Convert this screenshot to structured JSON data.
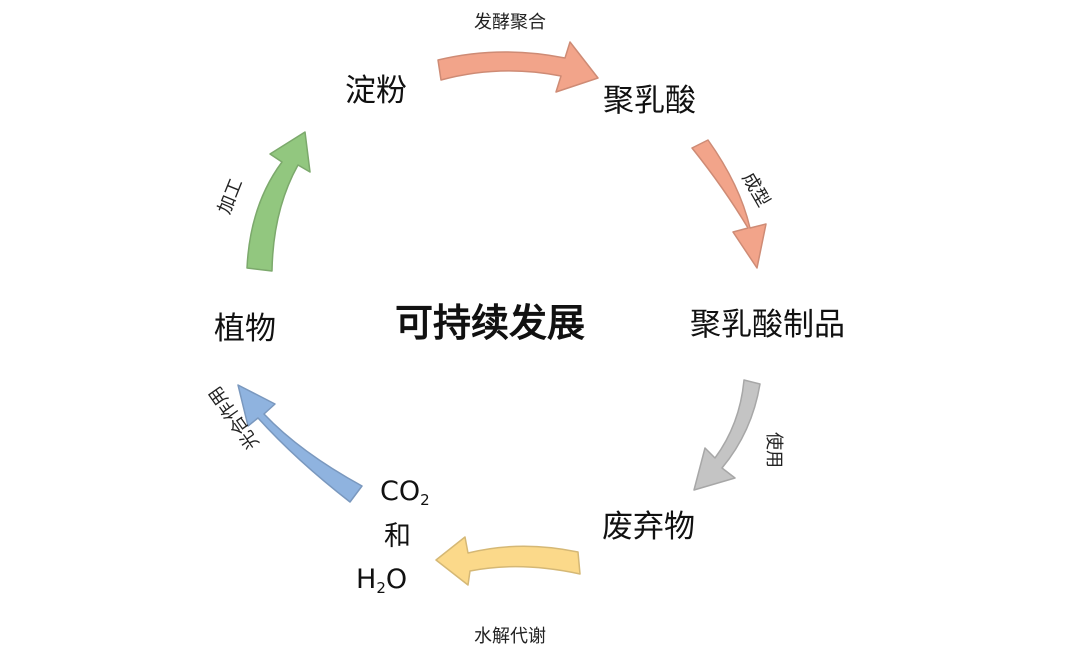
{
  "title": "可持续发展",
  "nodes": {
    "starch": "淀粉",
    "pla": "聚乳酸",
    "pla_products": "聚乳酸制品",
    "waste": "废弃物",
    "co2_water": {
      "co": "CO",
      "co_sub": "2",
      "and": "和",
      "h": "H",
      "h_sub": "2",
      "o": "O"
    },
    "plant": "植物"
  },
  "processes": {
    "fermentation": "发酵聚合",
    "molding": "成型",
    "use": "使用",
    "hydrolysis": "水解代谢",
    "photosynthesis": "光合作用",
    "processing": "加工"
  },
  "arrow_colors": {
    "fermentation": "#f2a48a",
    "molding": "#f2a48a",
    "use": "#c4c4c4",
    "hydrolysis": "#fbd98a",
    "photosynthesis": "#8fb3df",
    "processing": "#92c77f"
  }
}
